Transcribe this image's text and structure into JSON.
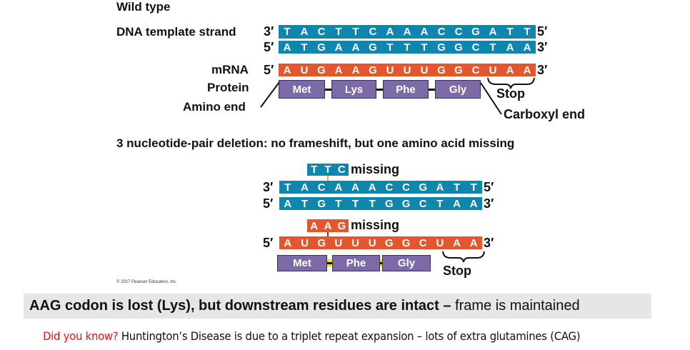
{
  "wild_type": {
    "title": "Wild type",
    "template_label": "DNA template strand",
    "template_bases": [
      "T",
      "A",
      "C",
      "T",
      "T",
      "C",
      "A",
      "A",
      "A",
      "C",
      "C",
      "G",
      "A",
      "T",
      "T"
    ],
    "coding_bases": [
      "A",
      "T",
      "G",
      "A",
      "A",
      "G",
      "T",
      "T",
      "T",
      "G",
      "G",
      "C",
      "T",
      "A",
      "A"
    ],
    "mrna_label": "mRNA",
    "mrna_bases": [
      "A",
      "U",
      "G",
      "A",
      "A",
      "G",
      "U",
      "U",
      "U",
      "G",
      "G",
      "C",
      "U",
      "A",
      "A"
    ],
    "protein_label": "Protein",
    "amino_acids": [
      "Met",
      "Lys",
      "Phe",
      "Gly"
    ],
    "stop": "Stop",
    "amino_end": "Amino end",
    "carboxyl_end": "Carboxyl end"
  },
  "ends": {
    "three": "3′",
    "five": "5′"
  },
  "deletion": {
    "title": "3 nucleotide-pair deletion: no frameshift, but one amino acid missing",
    "dna_missing_bases": [
      "T",
      "T",
      "C"
    ],
    "missing_label": "missing",
    "template_bases": [
      "T",
      "A",
      "C",
      "A",
      "A",
      "A",
      "C",
      "C",
      "G",
      "A",
      "T",
      "T"
    ],
    "coding_bases": [
      "A",
      "T",
      "G",
      "T",
      "T",
      "T",
      "G",
      "G",
      "C",
      "T",
      "A",
      "A"
    ],
    "rna_missing_bases": [
      "A",
      "A",
      "G"
    ],
    "mrna_bases": [
      "A",
      "U",
      "G",
      "U",
      "U",
      "U",
      "G",
      "G",
      "C",
      "U",
      "A",
      "A"
    ],
    "amino_acids": [
      "Met",
      "Phe",
      "Gly"
    ],
    "stop": "Stop"
  },
  "copyright": "© 2017 Pearson Education, Inc.",
  "summary": {
    "bold": "AAG codon is lost (Lys), but downstream residues are intact –",
    "normal": " frame is maintained"
  },
  "did_you_know": {
    "lead": "Did you know?",
    "text": " Huntington’s Disease is due to a triplet repeat expansion – lots of extra glutamines (CAG)"
  },
  "colors": {
    "dna": "#0e86ad",
    "rna": "#e4572e",
    "protein": "#7b6aa5",
    "lead": "#e8141b"
  }
}
